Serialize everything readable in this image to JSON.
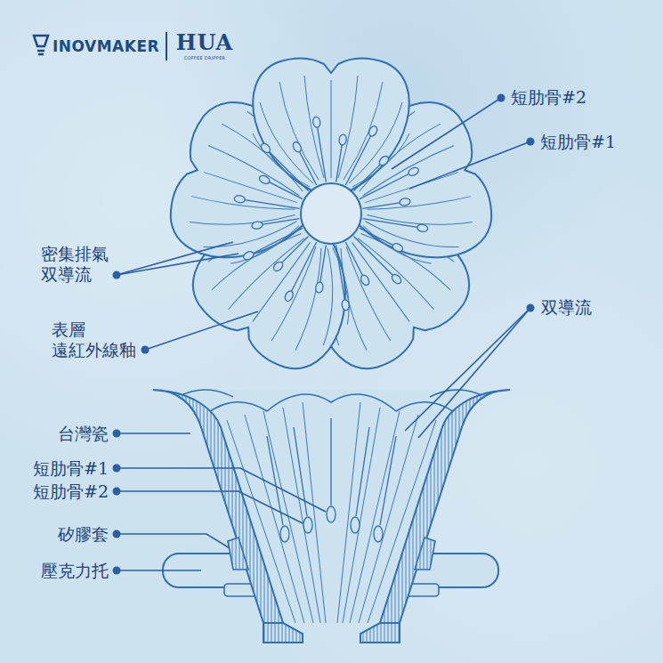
{
  "diagram": {
    "labels": [
      "INOVMAKER",
      "HUA",
      "COFFEE DRIPPER",
      "短肋骨#2",
      "短肋骨#1",
      "密集排氣 双導流",
      "表層 遠紅外線釉",
      "双導流",
      "台灣瓷",
      "短肋骨#1",
      "短肋骨#2",
      "矽膠套",
      "壓克力托"
    ]
  }
}
